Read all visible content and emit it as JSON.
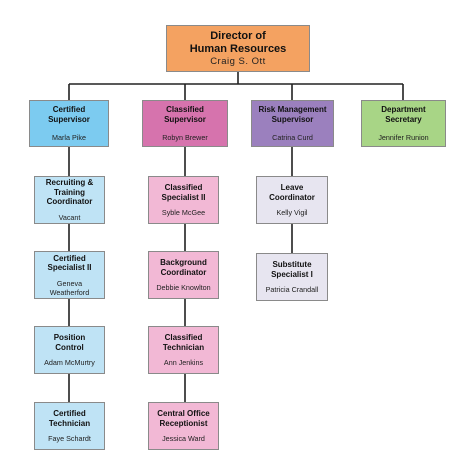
{
  "colors": {
    "root": "#f4a261",
    "certified": "#bfe3f5",
    "certified_head": "#7ccbf0",
    "classified": "#f2b8d5",
    "classified_head": "#d673ad",
    "risk": "#e7e5f0",
    "risk_head": "#9b80be",
    "secretary": "#a8d586",
    "line": "#222222"
  },
  "director": {
    "title": "Director of\nHuman Resources",
    "name": "Craig S. Ott"
  },
  "certified_supervisor": {
    "title": "Certified\nSupervisor",
    "name": "Marla Pike"
  },
  "classified_supervisor": {
    "title": "Classified\nSupervisor",
    "name": "Robyn Brewer"
  },
  "risk_supervisor": {
    "title": "Risk Management\nSupervisor",
    "name": "Catrina Curd"
  },
  "department_secretary": {
    "title": "Department\nSecretary",
    "name": "Jennifer Runion"
  },
  "recruiting_coordinator": {
    "title": "Recruiting &\nTraining\nCoordinator",
    "name": "Vacant"
  },
  "certified_specialist_2": {
    "title": "Certified\nSpecialist II",
    "name": "Geneva\nWeatherford"
  },
  "position_control": {
    "title": "Position\nControl",
    "name": "Adam McMurtry"
  },
  "certified_technician": {
    "title": "Certified\nTechnician",
    "name": "Faye Schardt"
  },
  "classified_specialist_2": {
    "title": "Classified\nSpecialist II",
    "name": "Syble McGee"
  },
  "background_coordinator": {
    "title": "Background\nCoordinator",
    "name": "Debbie Knowlton"
  },
  "classified_technician": {
    "title": "Classified\nTechnician",
    "name": "Ann Jenkins"
  },
  "central_office_receptionist": {
    "title": "Central Office\nReceptionist",
    "name": "Jessica Ward"
  },
  "leave_coordinator": {
    "title": "Leave\nCoordinator",
    "name": "Kelly Vigil"
  },
  "substitute_specialist_1": {
    "title": "Substitute\nSpecialist I",
    "name": "Patricia Crandall"
  }
}
